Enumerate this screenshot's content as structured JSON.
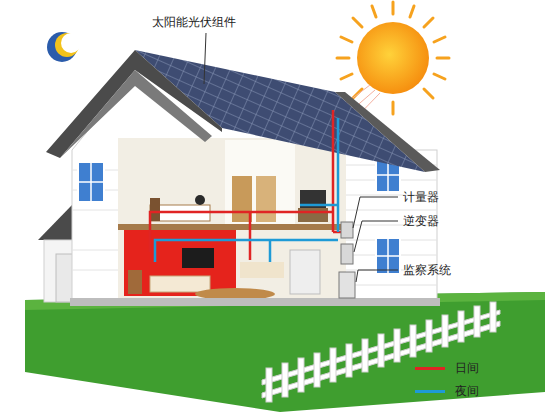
{
  "diagram": {
    "labels": [
      "太阳能光伏组件",
      "计量器",
      "逆变器",
      "监察系统"
    ],
    "legend": [
      {
        "text": "日间",
        "color": "#e02424"
      },
      {
        "text": "夜间",
        "color": "#1e9ad6"
      }
    ]
  }
}
